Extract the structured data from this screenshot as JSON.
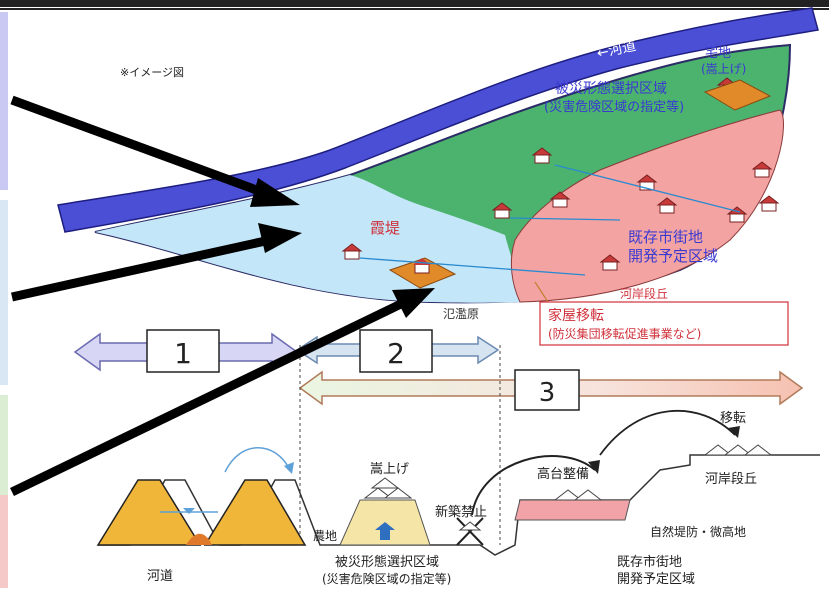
{
  "note": "※イメージ図",
  "map": {
    "river": "←河道",
    "housing_lot": "宅地",
    "housing_lot_sub": "(嵩上げ)",
    "selection_zone_line1": "被災形態選択区域",
    "selection_zone_line2": "(災害危険区域の指定等)",
    "kasumi_levee": "霞堤",
    "existing_town_line1": "既存市街地",
    "existing_town_line2": "開発予定区域",
    "river_terrace": "河岸段丘",
    "floodplain": "氾濫原",
    "relocation_line1": "家屋移転",
    "relocation_line2": "(防災集団移転促進事業など)"
  },
  "zone_arrows": [
    {
      "label": "1",
      "color": "#d7d7f5"
    },
    {
      "label": "2",
      "color": "#d6e4f2"
    },
    {
      "label": "3",
      "color": "#e6f3dc"
    }
  ],
  "section": {
    "raise": "嵩上げ",
    "farmland": "農地",
    "no_new_build": "新築禁止",
    "highland_dev": "高台整備",
    "relocation": "移転",
    "river_terrace": "河岸段丘",
    "natural_levee": "自然堤防・微高地",
    "river_channel": "河道",
    "selection_zone_line1": "被災形態選択区域",
    "selection_zone_line2": "(災害危険区域の指定等)",
    "existing_town_line1": "既存市街地",
    "existing_town_line2": "開発予定区域"
  },
  "colors": {
    "river": "#4a4fd6",
    "green_zone": "#45b36b",
    "pink_zone": "#f4a3a3",
    "light_blue_zone": "#bfe3f7",
    "label_blue": "#3a3ad0",
    "label_red": "#d0303a",
    "levee": "#f0b63a"
  }
}
